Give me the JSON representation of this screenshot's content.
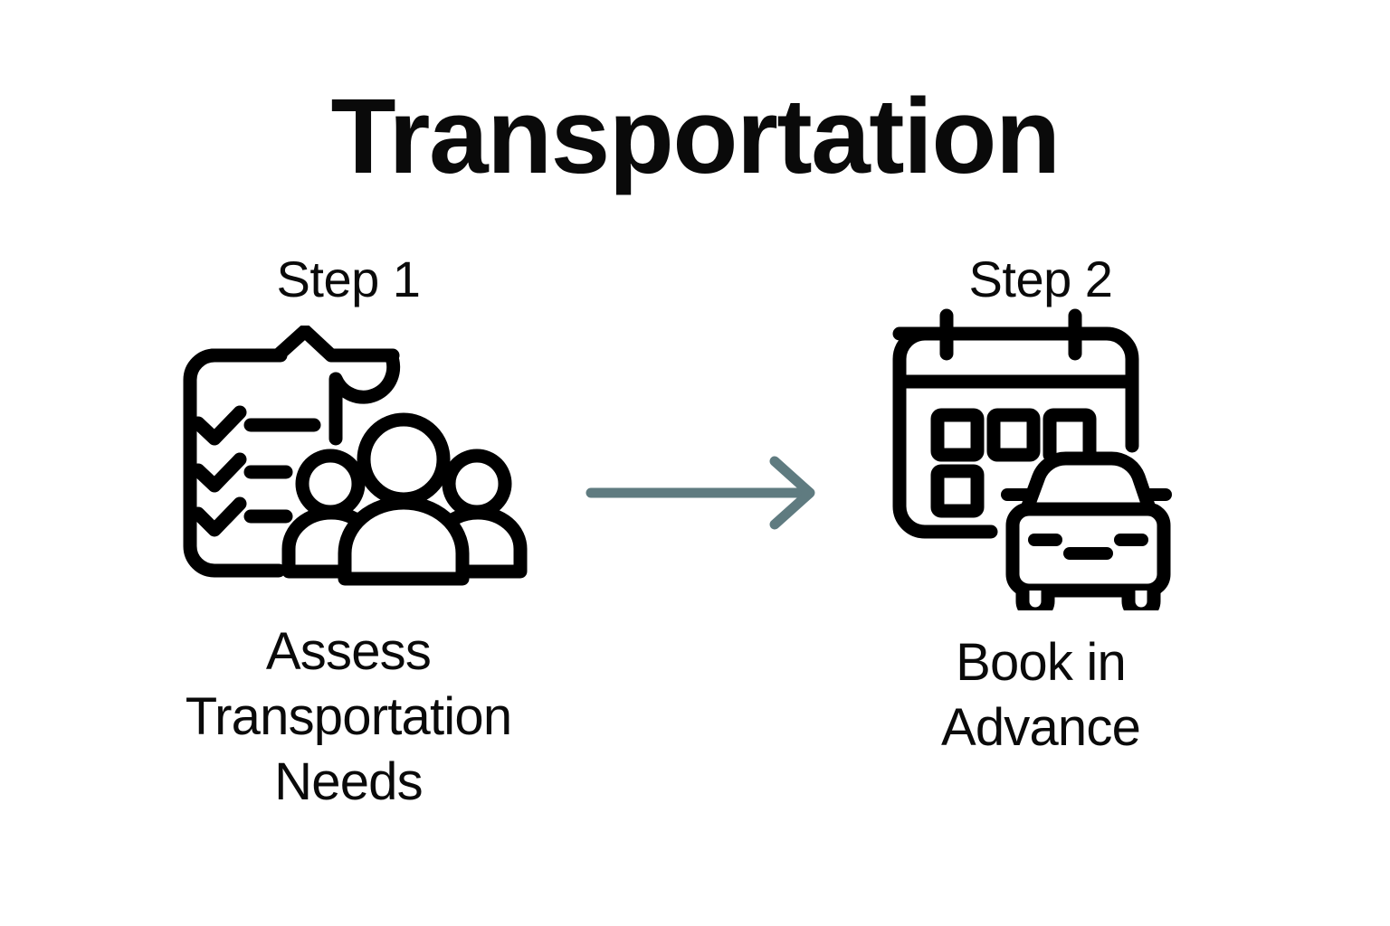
{
  "title": "Transportation",
  "background_color": "#ffffff",
  "text_color": "#0a0a0a",
  "arrow": {
    "name": "right-arrow",
    "color": "#5f7b80",
    "direction": "right"
  },
  "steps": [
    {
      "label": "Step 1",
      "icon_name": "clipboard-checklist-people-icon",
      "icon_color": "#000000",
      "caption_lines": [
        "Assess",
        "Transportation",
        "Needs"
      ],
      "caption_full": "Assess Transportation Needs"
    },
    {
      "label": "Step 2",
      "icon_name": "calendar-car-icon",
      "icon_color": "#000000",
      "caption_lines": [
        "Book in",
        "Advance"
      ],
      "caption_full": "Book in Advance"
    }
  ]
}
